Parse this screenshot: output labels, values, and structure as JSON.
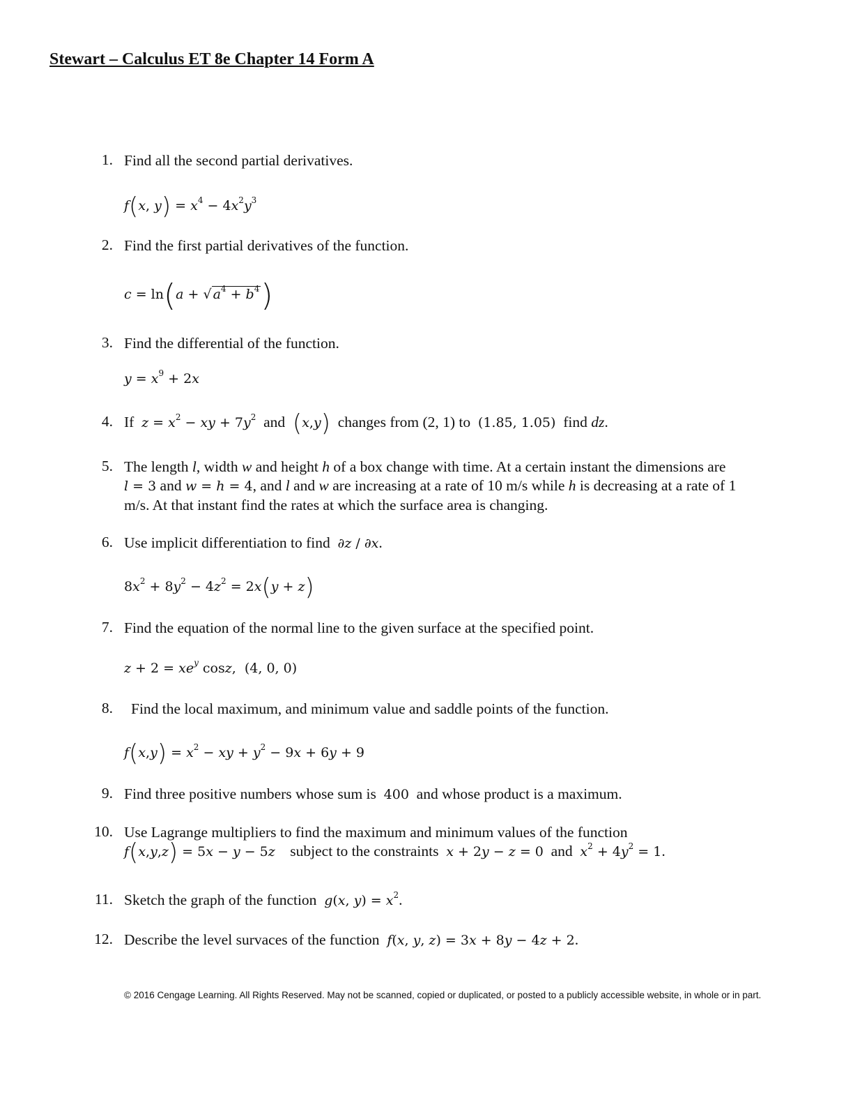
{
  "title": "Stewart – Calculus ET 8e Chapter 14 Form A",
  "questions": [
    {
      "num": "1.",
      "text": "Find all the second partial derivatives."
    },
    {
      "num": "2.",
      "text": "Find the first partial derivatives of the function."
    },
    {
      "num": "3.",
      "text": "Find the differential of the function."
    },
    {
      "num": "4.",
      "if": "If",
      "and": "and",
      "changes": "changes from (2, 1) to",
      "find": "find",
      "dz": "dz",
      "end": "."
    },
    {
      "num": "5.",
      "text1": "The length",
      "l": "l",
      "t2": ", width",
      "w": "w",
      "t3": "and height",
      "h": "h",
      "t4": "of a box change with time. At a certain instant the dimensions are",
      "t5": "and",
      "t6": ", and",
      "t7": "and",
      "t8": "are increasing at a rate of 10 m/s while",
      "t9": "is decreasing at a rate of 1",
      "t10": "m/s. At that instant find the rates at which the surface area is changing."
    },
    {
      "num": "6.",
      "text": "Use implicit differentiation to find",
      "end": "."
    },
    {
      "num": "7.",
      "text": "Find the equation of the normal line to the given surface at the specified point."
    },
    {
      "num": "8.",
      "text": "Find the local maximum, and minimum value and saddle points of the function."
    },
    {
      "num": "9.",
      "text1": "Find three positive numbers whose sum is",
      "val": "400",
      "text2": "and whose product is a maximum."
    },
    {
      "num": "10.",
      "text1": "Use Lagrange multipliers to find the maximum and minimum values of the function",
      "subject": "subject to the constraints",
      "and": "and",
      "end": "."
    },
    {
      "num": "11.",
      "text": "Sketch the graph of the function",
      "end": "."
    },
    {
      "num": "12.",
      "text": "Describe the level survaces of the function",
      "end": "."
    }
  ],
  "footer": "© 2016 Cengage Learning. All Rights Reserved. May not be scanned, copied or duplicated, or posted to a publicly accessible website, in whole or in part."
}
